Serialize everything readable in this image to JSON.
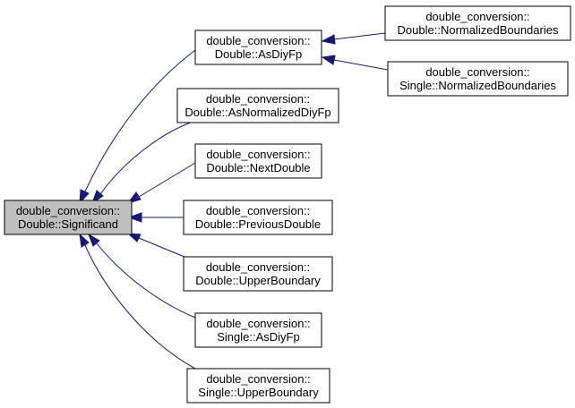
{
  "diagram": {
    "nodes": [
      {
        "id": "significand",
        "line1": "double_conversion::",
        "line2": "Double::Significand",
        "focus": true
      },
      {
        "id": "asdiyfp_double",
        "line1": "double_conversion::",
        "line2": "Double::AsDiyFp"
      },
      {
        "id": "asnormalizeddiyfp",
        "line1": "double_conversion::",
        "line2": "Double::AsNormalizedDiyFp"
      },
      {
        "id": "nextdouble",
        "line1": "double_conversion::",
        "line2": "Double::NextDouble"
      },
      {
        "id": "previousdouble",
        "line1": "double_conversion::",
        "line2": "Double::PreviousDouble"
      },
      {
        "id": "upperboundary_double",
        "line1": "double_conversion::",
        "line2": "Double::UpperBoundary"
      },
      {
        "id": "asdiyfp_single",
        "line1": "double_conversion::",
        "line2": "Single::AsDiyFp"
      },
      {
        "id": "upperboundary_single",
        "line1": "double_conversion::",
        "line2": "Single::UpperBoundary"
      },
      {
        "id": "normalizedboundaries_double",
        "line1": "double_conversion::",
        "line2": "Double::NormalizedBoundaries"
      },
      {
        "id": "normalizedboundaries_single",
        "line1": "double_conversion::",
        "line2": "Single::NormalizedBoundaries"
      }
    ],
    "edges": [
      {
        "from": "asdiyfp_double",
        "to": "significand"
      },
      {
        "from": "asnormalizeddiyfp",
        "to": "significand"
      },
      {
        "from": "nextdouble",
        "to": "significand"
      },
      {
        "from": "previousdouble",
        "to": "significand"
      },
      {
        "from": "upperboundary_double",
        "to": "significand"
      },
      {
        "from": "asdiyfp_single",
        "to": "significand"
      },
      {
        "from": "upperboundary_single",
        "to": "significand"
      },
      {
        "from": "normalizedboundaries_double",
        "to": "asdiyfp_double"
      },
      {
        "from": "normalizedboundaries_single",
        "to": "asdiyfp_double"
      }
    ],
    "colors": {
      "edge": "#191970",
      "focus_fill": "#bfbfbf",
      "node_fill": "#ffffff",
      "node_border": "#000000"
    }
  }
}
